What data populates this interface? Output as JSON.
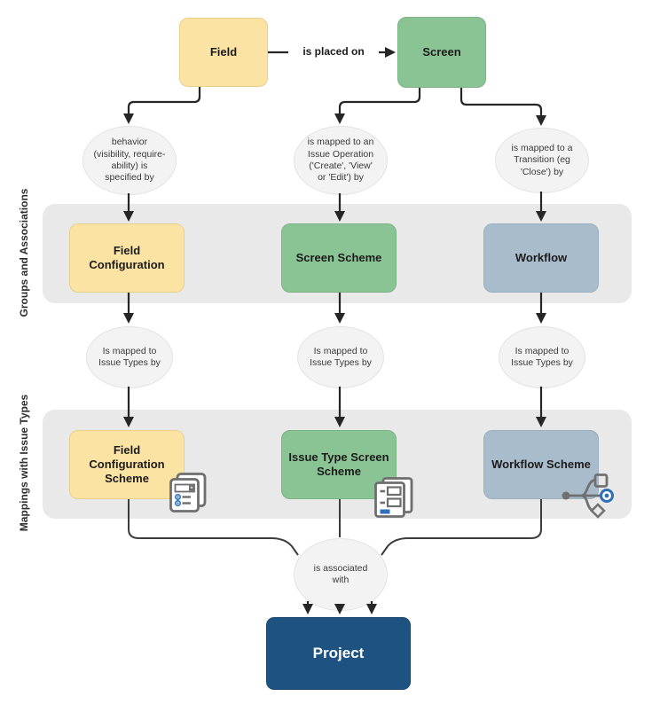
{
  "nodes": {
    "field": {
      "label": "Field"
    },
    "screen": {
      "label": "Screen"
    },
    "field_configuration": {
      "label": "Field Configuration"
    },
    "screen_scheme": {
      "label": "Screen Scheme"
    },
    "workflow": {
      "label": "Workflow"
    },
    "field_configuration_scheme": {
      "label": "Field Configuration Scheme"
    },
    "issue_type_screen_scheme": {
      "label": "Issue Type Screen Scheme"
    },
    "workflow_scheme": {
      "label": "Workflow Scheme"
    },
    "project": {
      "label": "Project"
    }
  },
  "edges": {
    "placed_on": "is placed on",
    "behavior": "behavior\n(visibility, require-\nability) is\nspecified by",
    "issue_operation": "is mapped to an\nIssue Operation\n('Create', 'View'\nor 'Edit') by",
    "transition": "is mapped to a\nTransition (eg\n'Close') by",
    "issue_types_1": "Is mapped to\nIssue Types by",
    "issue_types_2": "Is mapped to\nIssue Types by",
    "issue_types_3": "Is mapped to\nIssue Types by",
    "associated_with": "is associated\nwith"
  },
  "groups": {
    "groups_and_associations": "Groups and Associations",
    "mappings_with_issue_types": "Mappings with Issue Types"
  },
  "icons": {
    "field_configuration_scheme": "form-options-icon",
    "issue_type_screen_scheme": "screen-stack-icon",
    "workflow_scheme": "workflow-branch-icon"
  },
  "colors": {
    "yellow_fill": "#FBE3A3",
    "green_fill": "#8BC494",
    "blue_gray_fill": "#A9BCCB",
    "project_blue": "#1E5381",
    "band_gray": "#E9E9E9",
    "ellipse_gray": "#F3F3F3",
    "line_black": "#262626",
    "icon_gray": "#6E6E6E",
    "icon_blue": "#2E71B8"
  }
}
